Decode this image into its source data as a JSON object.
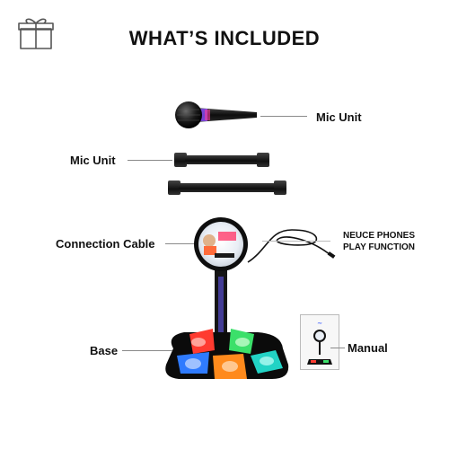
{
  "header": {
    "title": "WHAT’S INCLUDED",
    "gift_icon": "gift-box-icon"
  },
  "parts": [
    {
      "label": "Mic Unit"
    },
    {
      "label": "Mic Unit"
    },
    {
      "label": "Connection Cable"
    },
    {
      "label_line1": "NEUCE PHONES",
      "label_line2": "PLAY FUNCTION"
    },
    {
      "label": "Base"
    },
    {
      "label": "Manual"
    }
  ],
  "colors": {
    "pad_blue": "#2f7bff",
    "pad_green": "#3be06a",
    "pad_red": "#ff3b30",
    "pad_orange": "#ff8a1c",
    "pad_teal": "#22d3c5"
  }
}
